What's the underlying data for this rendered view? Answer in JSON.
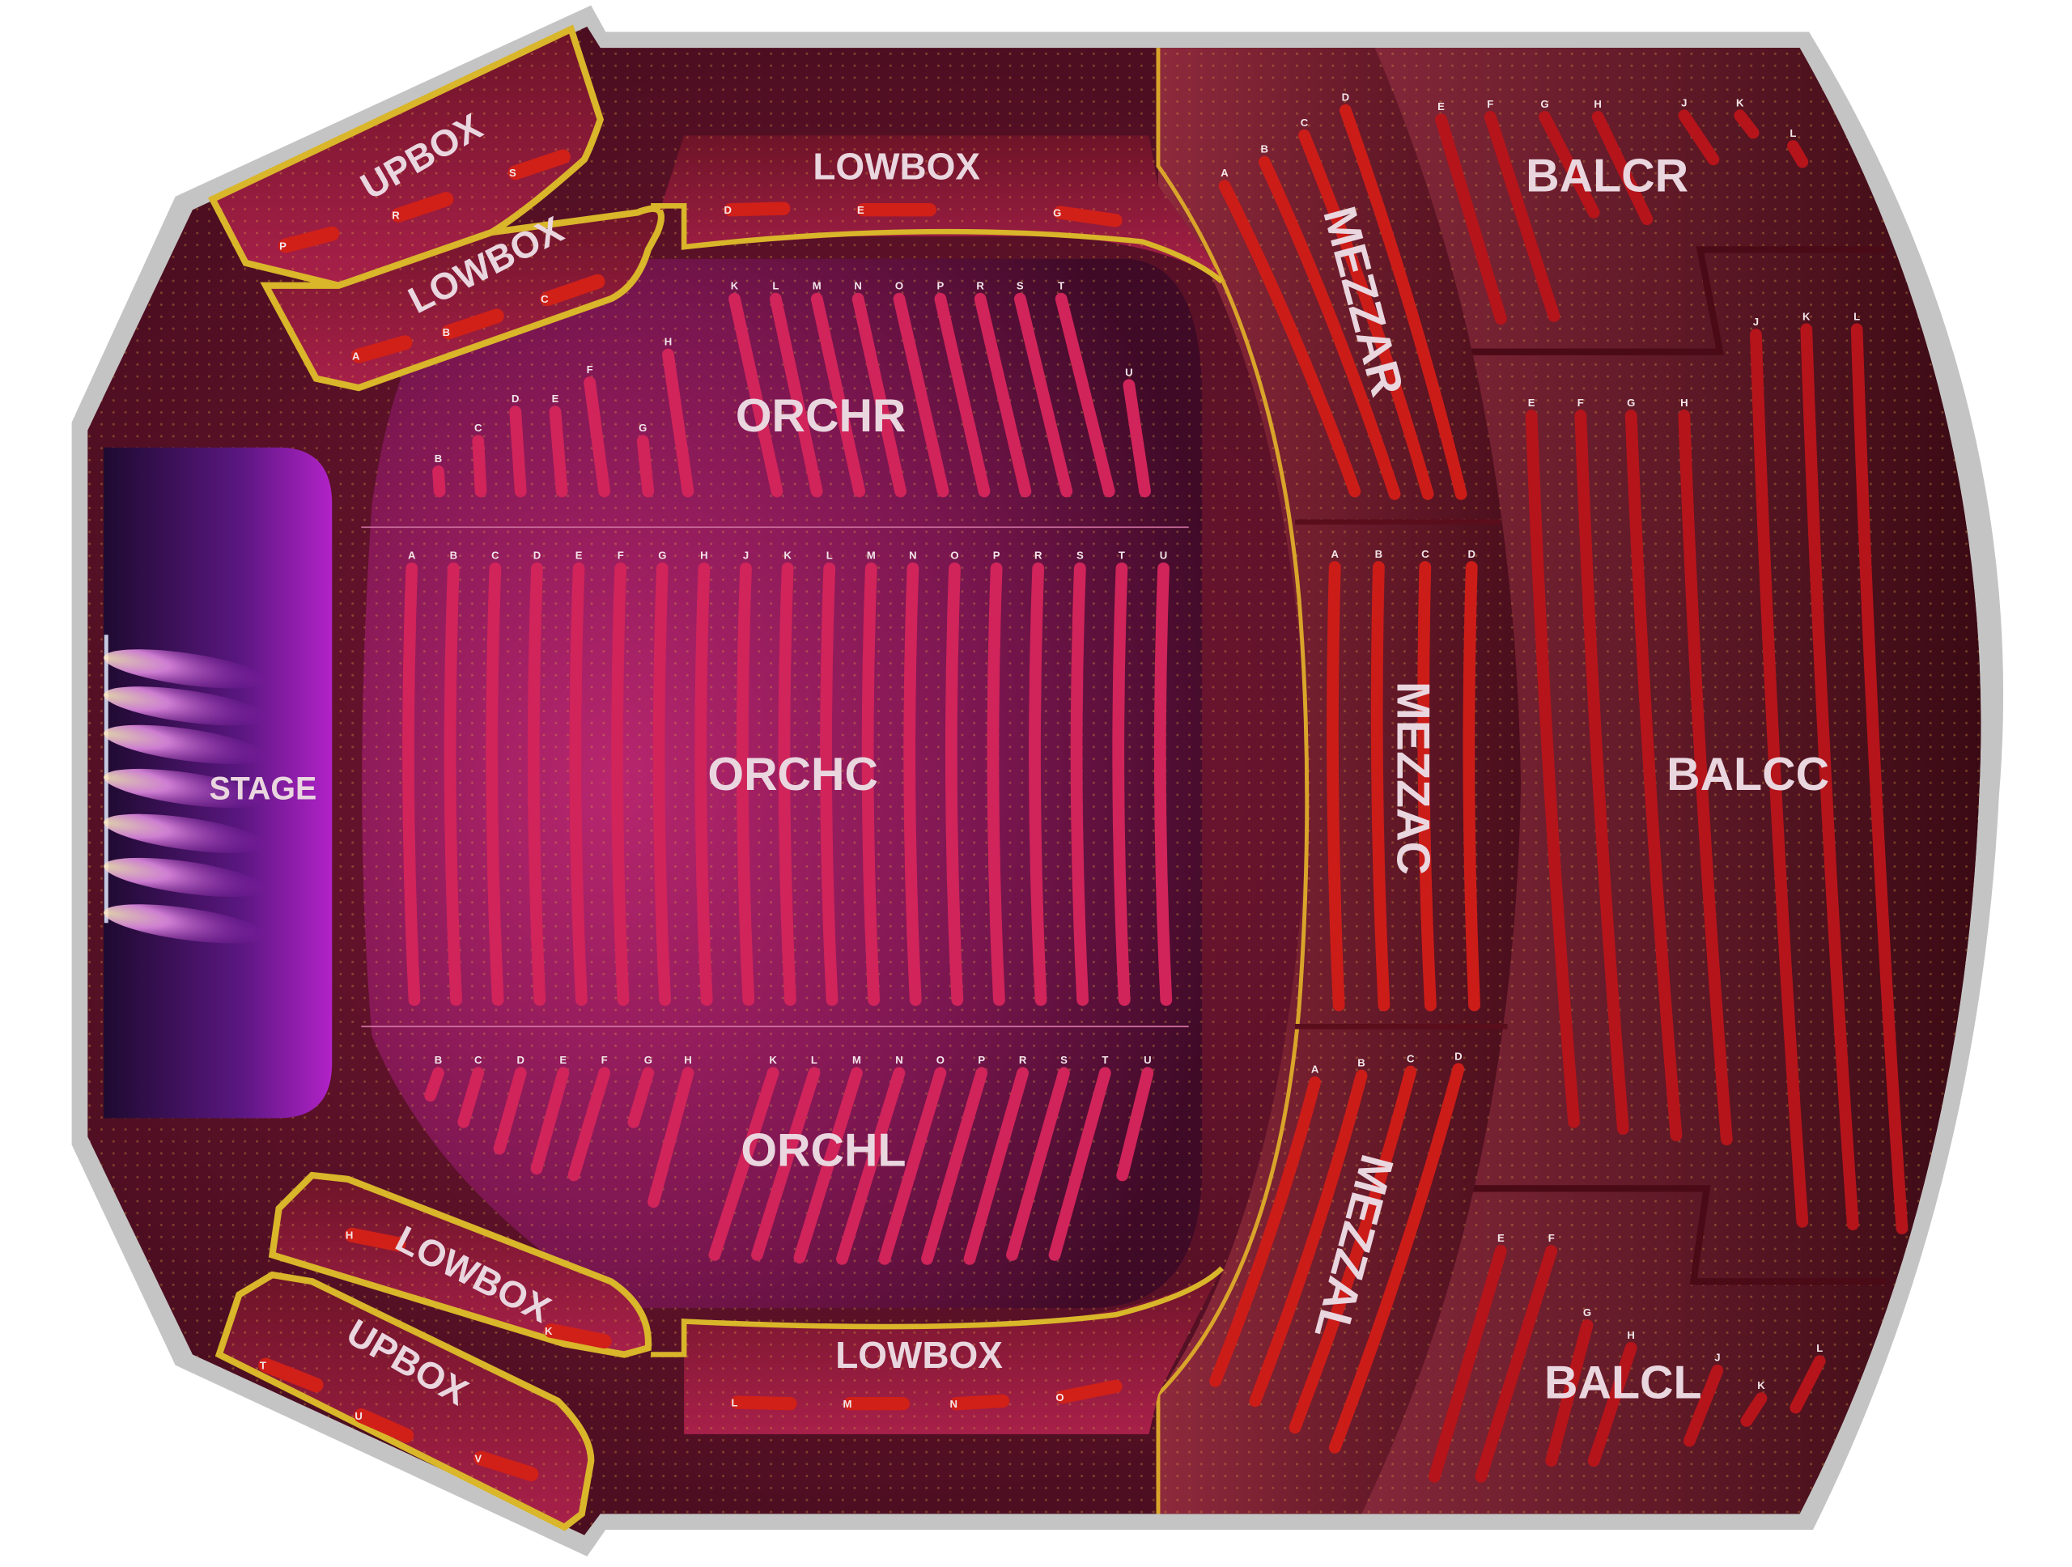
{
  "colors": {
    "outline": "#c4c4c4",
    "venue_bg": "#5a1226",
    "orchestra_glow": "#b0236e",
    "stage": "#8a1fb0",
    "gold_border": "#d9a52a",
    "orch_row": "#d0245a",
    "mezz_row": "#cc1c18",
    "balc_row": "#b5141a",
    "label_text": "#e9d6df"
  },
  "stage": {
    "label": "STAGE"
  },
  "sections": {
    "orchr": {
      "label": "ORCHR",
      "rows": [
        "B",
        "C",
        "D",
        "E",
        "F",
        "G",
        "H",
        "K",
        "L",
        "M",
        "N",
        "O",
        "P",
        "R",
        "S",
        "T",
        "U"
      ]
    },
    "orchc": {
      "label": "ORCHC",
      "rows": [
        "A",
        "B",
        "C",
        "D",
        "E",
        "F",
        "G",
        "H",
        "J",
        "K",
        "L",
        "M",
        "N",
        "O",
        "P",
        "R",
        "S",
        "T",
        "U"
      ]
    },
    "orchl": {
      "label": "ORCHL",
      "rows": [
        "B",
        "C",
        "D",
        "E",
        "F",
        "G",
        "H",
        "K",
        "L",
        "M",
        "N",
        "O",
        "P",
        "R",
        "S",
        "T",
        "U"
      ]
    },
    "mezzar": {
      "label": "MEZZAR",
      "rows": [
        "A",
        "B",
        "C",
        "D"
      ]
    },
    "mezzac": {
      "label": "MEZZAC",
      "rows": [
        "A",
        "B",
        "C",
        "D"
      ]
    },
    "mezzal": {
      "label": "MEZZAL",
      "rows": [
        "A",
        "B",
        "C",
        "D"
      ]
    },
    "balcr": {
      "label": "BALCR",
      "rows": [
        "E",
        "F",
        "G",
        "H",
        "J",
        "K",
        "L"
      ]
    },
    "balcc": {
      "label": "BALCC",
      "rows": [
        "E",
        "F",
        "G",
        "H",
        "J",
        "K",
        "L"
      ]
    },
    "balcl": {
      "label": "BALCL",
      "rows": [
        "E",
        "F",
        "G",
        "H",
        "J",
        "K",
        "L"
      ]
    },
    "upbox_top": {
      "label": "UPBOX",
      "rows": [
        "P",
        "R",
        "S"
      ]
    },
    "lowbox_top_left": {
      "label": "LOWBOX",
      "rows": [
        "A",
        "B",
        "C"
      ]
    },
    "lowbox_top": {
      "label": "LOWBOX",
      "rows": [
        "D",
        "E",
        "G"
      ]
    },
    "lowbox_bottom_left": {
      "label": "LOWBOX",
      "rows": [
        "H",
        "K"
      ]
    },
    "upbox_bottom": {
      "label": "UPBOX",
      "rows": [
        "T",
        "U",
        "V"
      ]
    },
    "lowbox_bottom": {
      "label": "LOWBOX",
      "rows": [
        "L",
        "M",
        "N",
        "O"
      ]
    }
  }
}
